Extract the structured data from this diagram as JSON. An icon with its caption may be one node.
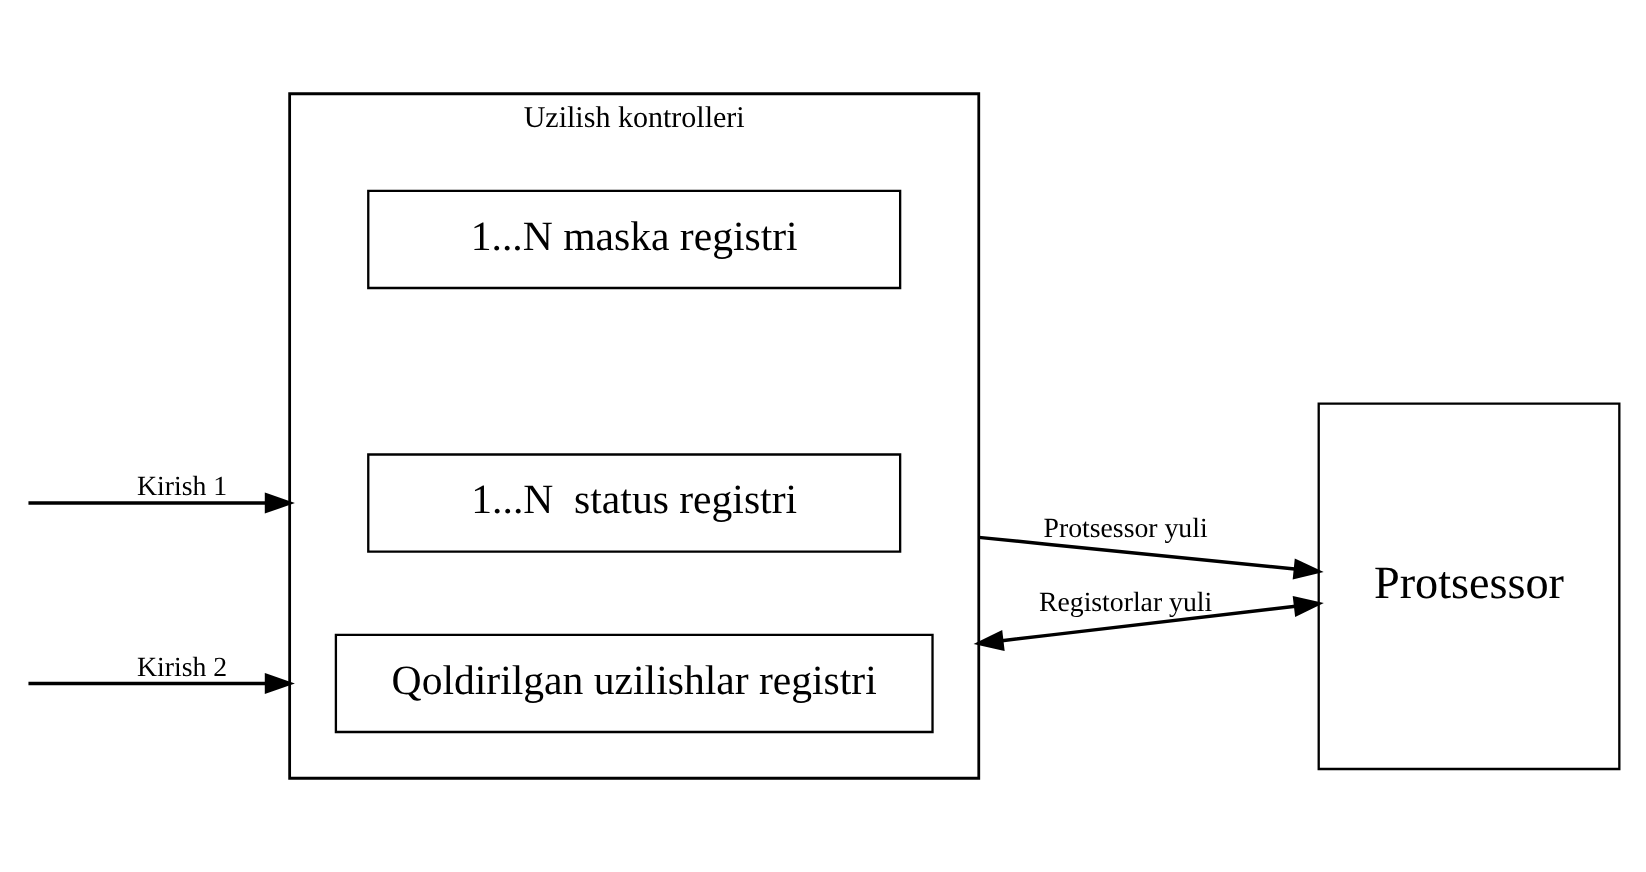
{
  "diagram": {
    "nodes": [
      {
        "text": [
          "Uzilish kontrolleri"
        ]
      },
      {
        "text": [
          "1...N  status registri"
        ],
        "in": 0
      },
      {
        "text": [
          "1...N maska registri"
        ],
        "in": 0
      },
      {
        "text": [
          "Qoldirilgan uzilishlar registri"
        ],
        "in": 0
      },
      {
        "text": [
          "Protsessor"
        ]
      }
    ],
    "edges": [
      {
        "from": null,
        "to": 0,
        "arrow": "to",
        "label": "Kirish 1"
      },
      {
        "from": null,
        "to": 0,
        "arrow": "to",
        "label": "Kirish 2"
      },
      {
        "from": 0,
        "to": 4,
        "arrow": "to",
        "label": "Protsessor yuli"
      },
      {
        "from": 0,
        "to": 4,
        "arrow": "both",
        "label": "Registorlar yuli"
      }
    ]
  }
}
